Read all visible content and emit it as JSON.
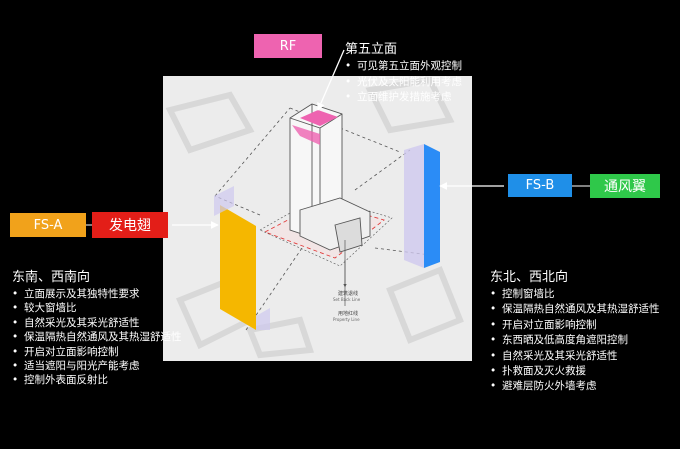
{
  "tags": {
    "rf": "RF",
    "fs_a": "FS-A",
    "wing": "发电翅",
    "fs_b": "FS-B",
    "vent": "通风翼"
  },
  "groups": {
    "top": {
      "title": "第五立面",
      "items": [
        "可见第五立面外观控制",
        "光伏及太阳能利用考虑",
        "立面维护发措施考虑"
      ]
    },
    "left": {
      "title": "东南、西南向",
      "items": [
        "立面展示及其独特性要求",
        "较大窗墙比",
        "自然采光及其采光舒适性",
        "保温隔热自然通风及其热湿舒适性",
        "开启对立面影响控制",
        "适当遮阳与阳光产能考虑",
        "控制外表面反射比"
      ]
    },
    "right": {
      "title": "东北、西北向",
      "items": [
        "控制窗墙比",
        "保温隔热自然通风及其热湿舒适性",
        "开启对立面影响控制",
        "东西晒及低高度角遮阳控制",
        "自然采光及其采光舒适性",
        "扑救面及灭火救援",
        "避难层防火外墙考虑"
      ]
    }
  },
  "diagram_labels": {
    "setback": "建筑退线",
    "setback_en": "Set Back Line",
    "property": "用地红线",
    "property_en": "Property Line"
  },
  "colors": {
    "rf": "#ee63b0",
    "fs_a": "#f1a21b",
    "wing": "#e31e18",
    "fs_b": "#1f8fe8",
    "vent": "#2fc84a",
    "setback_line": "#e23a3a"
  }
}
